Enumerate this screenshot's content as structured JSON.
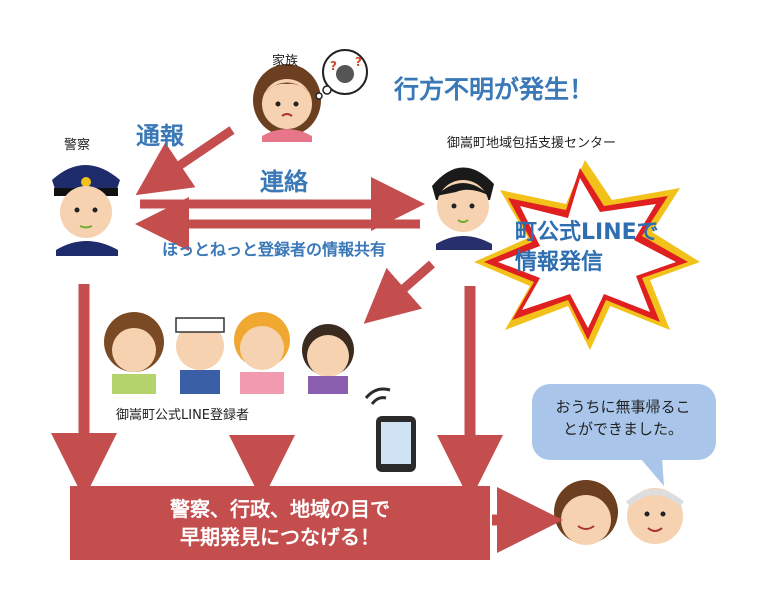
{
  "labels": {
    "family": "家族",
    "missing": "行方不明が発生！",
    "report": "通報",
    "police": "警察",
    "contact": "連絡",
    "center": "御嵩町地域包括支援センター",
    "share": "ほっとねっと登録者の情報共有",
    "line_broadcast_1": "町公式LINEで",
    "line_broadcast_2": "情報発信",
    "registrants": "御嵩町公式LINE登録者",
    "bottom_1": "警察、行政、地域の目で",
    "bottom_2": "早期発見につなげる！",
    "bubble_1": "おうちに無事帰るこ",
    "bubble_2": "とができました。"
  },
  "colors": {
    "arrow": "#c44d4d",
    "blue": "#3a78b8",
    "burst_outer": "#f2c21a",
    "burst_inner": "#e02020",
    "bubble": "#a9c6ea"
  },
  "icons": [
    "family-person-icon",
    "police-officer-icon",
    "staff-person-icon",
    "registrants-group-icon",
    "smartphone-icon",
    "elderly-couple-icon"
  ]
}
